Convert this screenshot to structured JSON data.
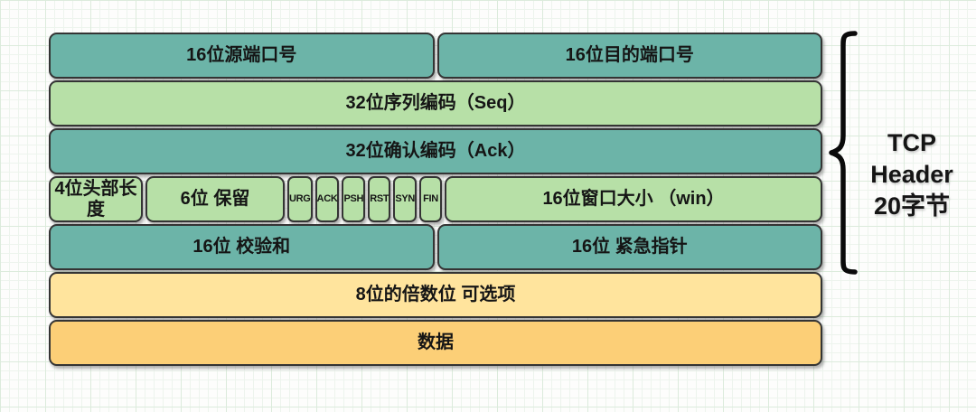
{
  "colors": {
    "teal": "#6cb4a8",
    "green": "#b7e0a7",
    "yellow": "#ffe49d",
    "orange": "#fccf77",
    "border": "#343434",
    "grid-strong": "#dcebdc",
    "grid-light": "#edf4ed"
  },
  "rows": [
    {
      "cells": [
        {
          "label": "16位源端口号"
        },
        {
          "label": "16位目的端口号"
        }
      ]
    },
    {
      "cells": [
        {
          "label": "32位序列编码（Seq）"
        }
      ]
    },
    {
      "cells": [
        {
          "label": "32位确认编码（Ack）"
        }
      ]
    },
    {
      "cells": [
        {
          "label": "4位头部长度"
        },
        {
          "label": "6位 保留"
        },
        {
          "label": "URG"
        },
        {
          "label": "ACK"
        },
        {
          "label": "PSH"
        },
        {
          "label": "RST"
        },
        {
          "label": "SYN"
        },
        {
          "label": "FIN"
        },
        {
          "label": "16位窗口大小 （win）"
        }
      ]
    },
    {
      "cells": [
        {
          "label": "16位 校验和"
        },
        {
          "label": "16位 紧急指针"
        }
      ]
    },
    {
      "cells": [
        {
          "label": "8位的倍数位 可选项"
        }
      ]
    },
    {
      "cells": [
        {
          "label": "数据"
        }
      ]
    }
  ],
  "brace": {
    "lines": [
      "TCP",
      "Header",
      "20字节"
    ]
  }
}
